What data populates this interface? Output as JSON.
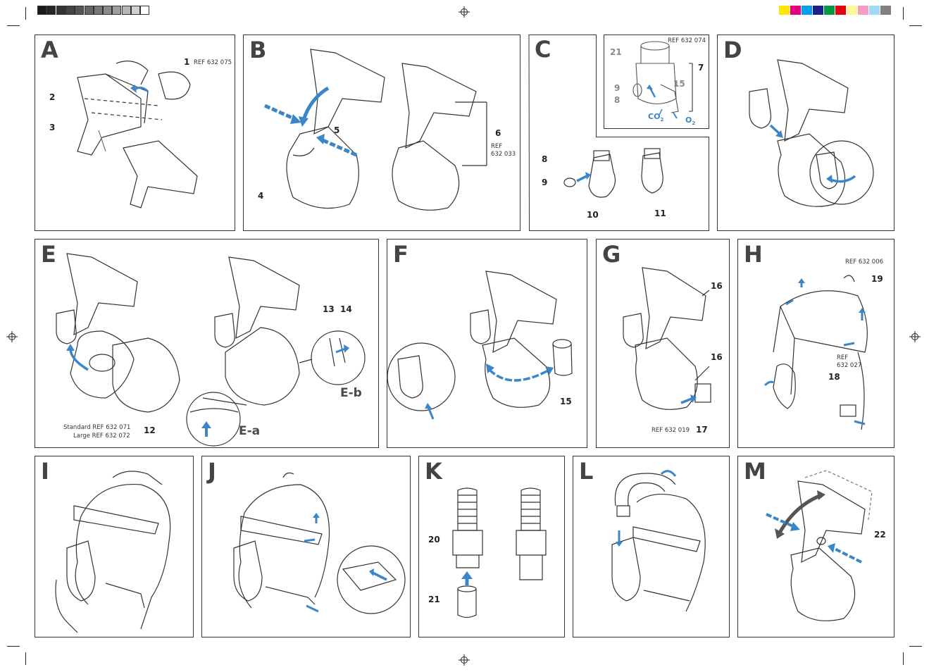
{
  "panels": {
    "A": {
      "letter": "A",
      "n1": "1",
      "ref1": "REF 632 075",
      "n2": "2",
      "n3": "3"
    },
    "B": {
      "letter": "B",
      "n4": "4",
      "n5": "5",
      "n6": "6",
      "ref6a": "REF",
      "ref6b": "632 033"
    },
    "C": {
      "letter": "C",
      "ref7": "REF 632 074",
      "n7": "7",
      "n21": "21",
      "n9a": "9",
      "n8a": "8",
      "n15": "15",
      "co2": "CO",
      "co2sub": "2",
      "o2": "O",
      "o2sub": "2",
      "n8b": "8",
      "n9b": "9",
      "n10": "10",
      "n11": "11"
    },
    "D": {
      "letter": "D"
    },
    "E": {
      "letter": "E",
      "n12": "12",
      "n13": "13",
      "n14": "14",
      "std": "Standard REF 632 071",
      "large": "Large REF 632 072",
      "ea": "E-a",
      "eb": "E-b"
    },
    "F": {
      "letter": "F",
      "n15": "15"
    },
    "G": {
      "letter": "G",
      "n16a": "16",
      "n16b": "16",
      "n17": "17",
      "ref17": "REF 632 019"
    },
    "H": {
      "letter": "H",
      "ref19": "REF 632 006",
      "n19": "19",
      "ref18a": "REF",
      "ref18b": "632 027",
      "n18": "18"
    },
    "I": {
      "letter": "I"
    },
    "J": {
      "letter": "J"
    },
    "K": {
      "letter": "K",
      "n20": "20",
      "n21": "21"
    },
    "L": {
      "letter": "L"
    },
    "M": {
      "letter": "M",
      "n22": "22"
    }
  },
  "colors": {
    "accent_blue": "#3a86c8",
    "gray_bar": [
      "#1a1a1a",
      "#262626",
      "#333333",
      "#444444",
      "#555555",
      "#666666",
      "#777777",
      "#8a8a8a",
      "#9e9e9e",
      "#b5b5b5",
      "#d0d0d0",
      "#ffffff"
    ],
    "color_bar": [
      "#ffe600",
      "#e4007c",
      "#00a0e9",
      "#1d2088",
      "#009944",
      "#e60012",
      "#fff799",
      "#f19ec2",
      "#9fd9f6",
      "#808080"
    ]
  }
}
